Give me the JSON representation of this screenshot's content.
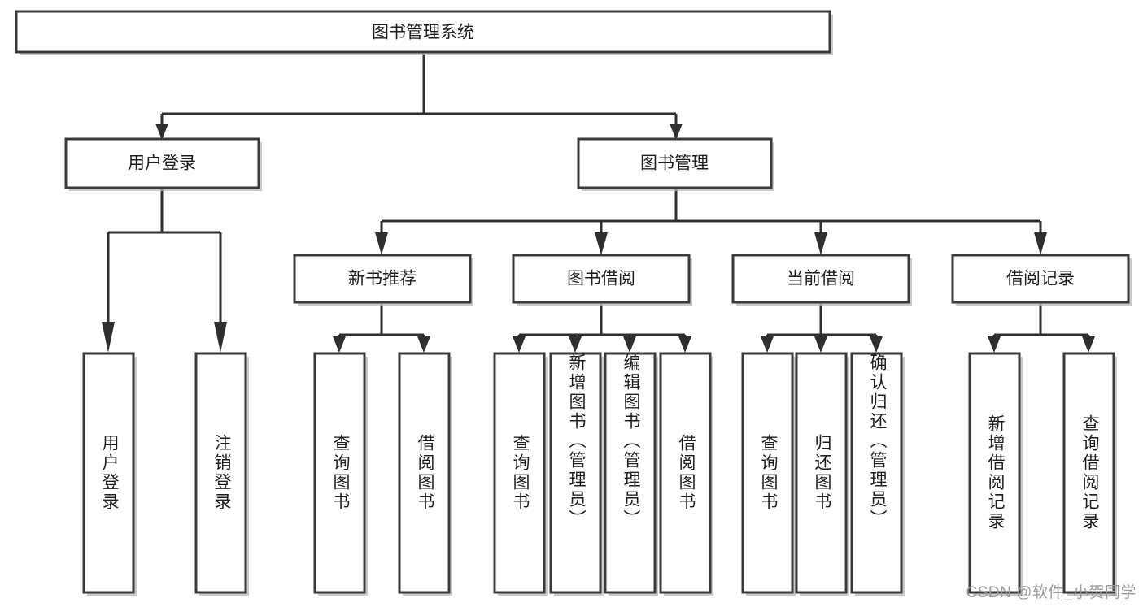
{
  "diagram": {
    "type": "tree-hierarchy",
    "title": "图书管理系统",
    "root": {
      "label": "图书管理系统",
      "id": "root"
    },
    "level2": [
      {
        "id": "user-login",
        "label": "用户登录"
      },
      {
        "id": "book-manage",
        "label": "图书管理"
      }
    ],
    "level3": [
      {
        "id": "new-book-recommend",
        "label": "新书推荐",
        "parent": "book-manage"
      },
      {
        "id": "book-borrow",
        "label": "图书借阅",
        "parent": "book-manage"
      },
      {
        "id": "current-borrow",
        "label": "当前借阅",
        "parent": "book-manage"
      },
      {
        "id": "borrow-record",
        "label": "借阅记录",
        "parent": "book-manage"
      }
    ],
    "leaves": [
      {
        "id": "leaf-user-login",
        "label": "用户登录",
        "parent": "user-login"
      },
      {
        "id": "leaf-logout-login",
        "label": "注销登录",
        "parent": "user-login"
      },
      {
        "id": "leaf-query-book-1",
        "label": "查询图书",
        "parent": "new-book-recommend"
      },
      {
        "id": "leaf-borrow-book-1",
        "label": "借阅图书",
        "parent": "new-book-recommend"
      },
      {
        "id": "leaf-query-book-2",
        "label": "查询图书",
        "parent": "book-borrow"
      },
      {
        "id": "leaf-add-book",
        "label": "新增图书（管理员）",
        "parent": "book-borrow"
      },
      {
        "id": "leaf-edit-book",
        "label": "编辑图书（管理员）",
        "parent": "book-borrow"
      },
      {
        "id": "leaf-borrow-book-2",
        "label": "借阅图书",
        "parent": "book-borrow"
      },
      {
        "id": "leaf-query-book-3",
        "label": "查询图书",
        "parent": "current-borrow"
      },
      {
        "id": "leaf-return-book",
        "label": "归还图书",
        "parent": "current-borrow"
      },
      {
        "id": "leaf-confirm-return",
        "label": "确认归还（管理员）",
        "parent": "current-borrow"
      },
      {
        "id": "leaf-add-record",
        "label": "新增借阅记录",
        "parent": "borrow-record"
      },
      {
        "id": "leaf-query-record",
        "label": "查询借阅记录",
        "parent": "borrow-record"
      }
    ],
    "colors": {
      "box_stroke": "#3a3a3a",
      "connector": "#2f2f2f",
      "background": "#ffffff",
      "text": "#1d1d1d",
      "watermark": "#9a9a9a"
    }
  },
  "watermark": {
    "text": "CSDN @软件_小贺同学"
  }
}
